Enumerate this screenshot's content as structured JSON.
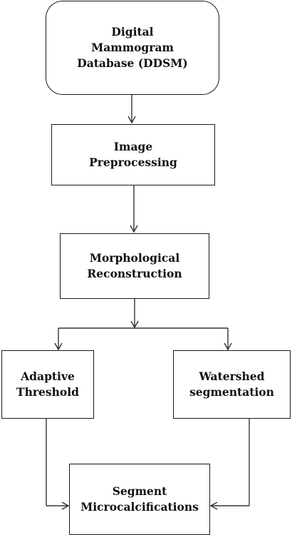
{
  "nodes": {
    "ddsm": [
      "Digital",
      "Mammogram",
      "Database (DDSM)"
    ],
    "preprocessing": [
      "Image",
      "Preprocessing"
    ],
    "morphological": [
      "Morphological",
      "Reconstruction"
    ],
    "adaptive": [
      "Adaptive",
      "Threshold"
    ],
    "watershed": [
      "Watershed",
      "segmentation"
    ],
    "segment": [
      "Segment",
      "Microcalcifications"
    ]
  },
  "edges": [
    {
      "from": "Digital Mammogram Database (DDSM)",
      "to": "Image Preprocessing"
    },
    {
      "from": "Image Preprocessing",
      "to": "Morphological Reconstruction"
    },
    {
      "from": "Morphological Reconstruction",
      "to": "Adaptive Threshold"
    },
    {
      "from": "Morphological Reconstruction",
      "to": "Watershed segmentation"
    },
    {
      "from": "Adaptive Threshold",
      "to": "Segment Microcalcifications"
    },
    {
      "from": "Watershed segmentation",
      "to": "Segment Microcalcifications"
    }
  ],
  "colors": {
    "stroke": "#1a1a1a",
    "text": "#111111",
    "background": "#ffffff"
  }
}
